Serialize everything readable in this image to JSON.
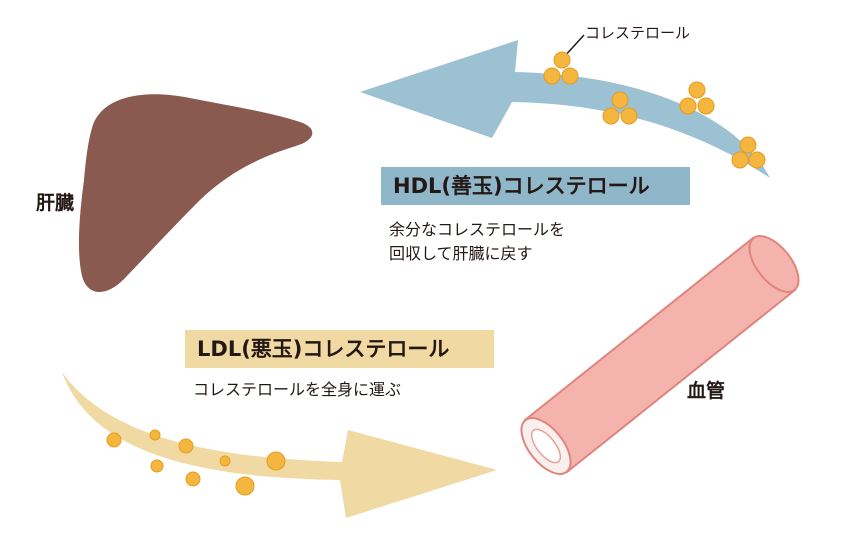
{
  "labels": {
    "liver": "肝臓",
    "blood_vessel": "血管",
    "cholesterol": "コレステロール"
  },
  "hdl": {
    "title": "HDL(善玉)コレステロール",
    "desc_line1": "余分なコレステロールを",
    "desc_line2": "回収して肝臓に戻す",
    "color": "#8fb6c9"
  },
  "ldl": {
    "title": "LDL(悪玉)コレステロール",
    "desc": "コレステロールを全身に運ぶ",
    "color": "#f0d9a3"
  },
  "colors": {
    "liver": "#8a5a50",
    "vessel_fill": "#f4b3ad",
    "vessel_stroke": "#e0857d",
    "particle_fill": "#f4b63f",
    "particle_stroke": "#e59c1e",
    "hdl_arrow": "#9cc1d3",
    "ldl_arrow": "#f0d9a3"
  }
}
